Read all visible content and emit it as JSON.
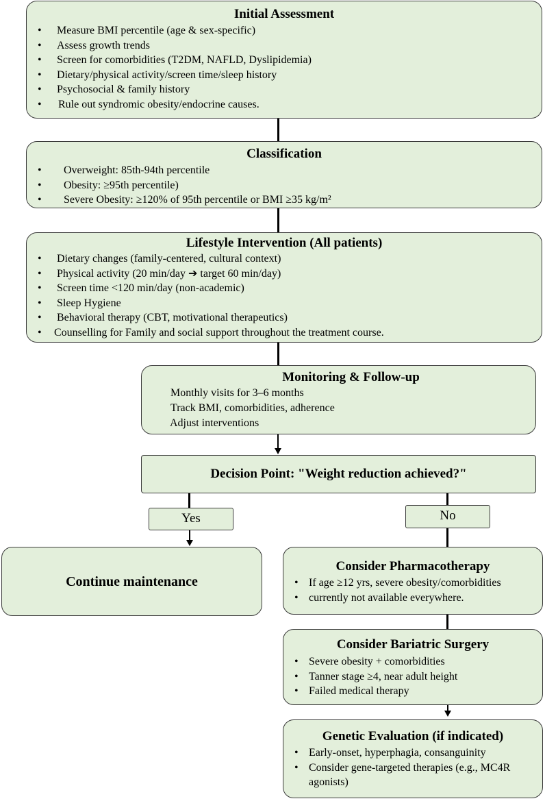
{
  "initial_assessment": {
    "title": "Initial Assessment",
    "items": [
      "Measure BMI percentile (age & sex-specific)",
      "Assess growth trends",
      "Screen for comorbidities (T2DM, NAFLD, Dyslipidemia)",
      "Dietary/physical activity/screen time/sleep history",
      "Psychosocial & family history",
      "Rule out syndromic obesity/endocrine causes."
    ]
  },
  "classification": {
    "title": "Classification",
    "items": [
      "Overweight: 85th-94th percentile",
      "Obesity: ≥95th percentile)",
      "Severe Obesity: ≥120% of 95th percentile or BMI ≥35 kg/m²"
    ]
  },
  "lifestyle": {
    "title": "Lifestyle Intervention (All patients)",
    "items": [
      "Dietary changes (family-centered, cultural context)",
      "Physical activity (20 min/day ➔ target 60 min/day)",
      "Screen time <120 min/day (non-academic)",
      "Sleep Hygiene",
      "Behavioral therapy (CBT, motivational therapeutics)",
      "Counselling for Family and social support throughout the treatment course."
    ]
  },
  "monitoring": {
    "title": "Monitoring & Follow-up",
    "lines": [
      "Monthly visits for 3–6 months",
      "Track BMI, comorbidities, adherence",
      "Adjust interventions"
    ]
  },
  "decision": {
    "title": "Decision Point: \"Weight reduction achieved?\""
  },
  "yes_label": "Yes",
  "no_label": "No",
  "continue": {
    "title": "Continue maintenance"
  },
  "pharmacotherapy": {
    "title": "Consider Pharmacotherapy",
    "items": [
      "If age ≥12 yrs, severe obesity/comorbidities",
      "currently not available everywhere."
    ]
  },
  "bariatric": {
    "title": "Consider Bariatric Surgery",
    "items": [
      "Severe obesity + comorbidities",
      "Tanner stage ≥4, near adult height",
      "Failed medical therapy"
    ]
  },
  "genetic": {
    "title": "Genetic Evaluation (if indicated)",
    "items": [
      "Early-onset, hyperphagia, consanguinity",
      "Consider gene-targeted therapies (e.g., MC4R agonists)"
    ]
  },
  "colors": {
    "box_fill": "#e3efdb",
    "box_border": "#3a3a3a",
    "connector": "#000000"
  }
}
